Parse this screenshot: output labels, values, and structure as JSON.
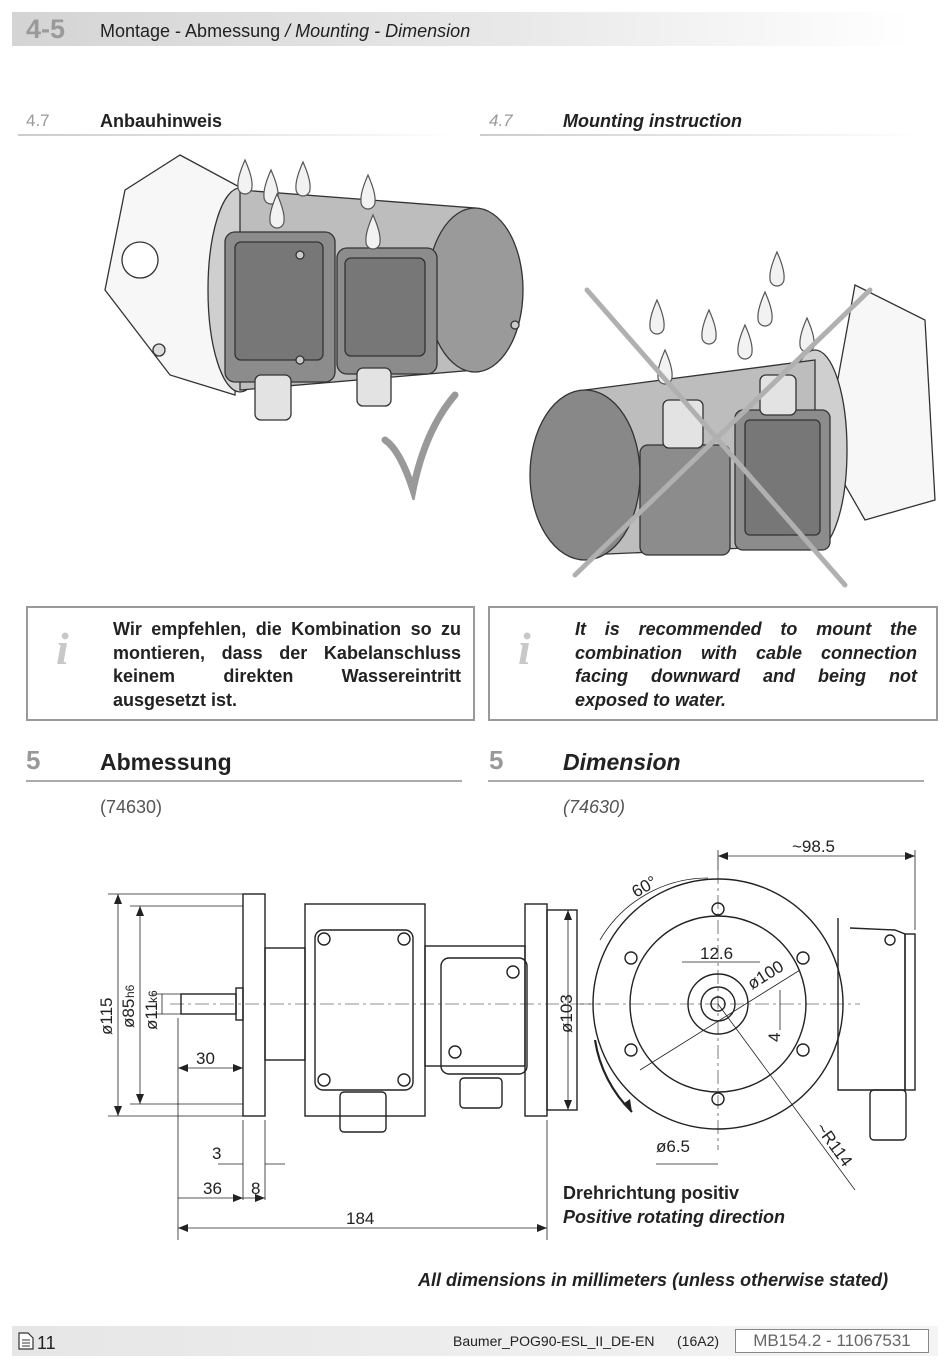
{
  "header": {
    "section_number": "4-5",
    "title_de": "Montage - Abmessung",
    "title_sep": " / ",
    "title_en": "Mounting - Dimension"
  },
  "subsections": {
    "left": {
      "number": "4.7",
      "title": "Anbauhinweis"
    },
    "right": {
      "number": "4.7",
      "title": "Mounting instruction"
    }
  },
  "info": {
    "icon_glyph": "i",
    "de_text": "Wir empfehlen, die Kombination so zu montieren, dass der Kabelanschluss keinem direkten Wassereintritt ausgesetzt ist.",
    "en_text": "It is recommended to mount the combination with cable connection facing downward and being not exposed to water."
  },
  "sections": {
    "left": {
      "number": "5",
      "title": "Abmessung",
      "code": "(74630)"
    },
    "right": {
      "number": "5",
      "title": "Dimension",
      "code": "(74630)"
    }
  },
  "drawing": {
    "dims": {
      "d115": "ø115",
      "d85": "ø85",
      "d85_tol": "h6",
      "d11": "ø11",
      "d11_tol": "k6",
      "d103": "ø103",
      "len30": "30",
      "len3": "3",
      "len36": "36",
      "len8": "8",
      "len184": "184",
      "w98_5": "~98.5",
      "angle60": "60°",
      "w12_6": "12.6",
      "d100": "ø100",
      "h4": "4",
      "d6_5": "ø6.5",
      "r114": "~R114"
    },
    "rotation_de": "Drehrichtung positiv",
    "rotation_en": "Positive rotating direction"
  },
  "note": "All dimensions in millimeters (unless otherwise stated)",
  "footer": {
    "page": "11",
    "doc_name": "Baumer_POG90-ESL_II_DE-EN",
    "version": "(16A2)",
    "doc_id": "MB154.2 - 11067531"
  },
  "colors": {
    "accent_gray": "#999999",
    "box_border": "#9a9a9a",
    "line": "#222222"
  }
}
